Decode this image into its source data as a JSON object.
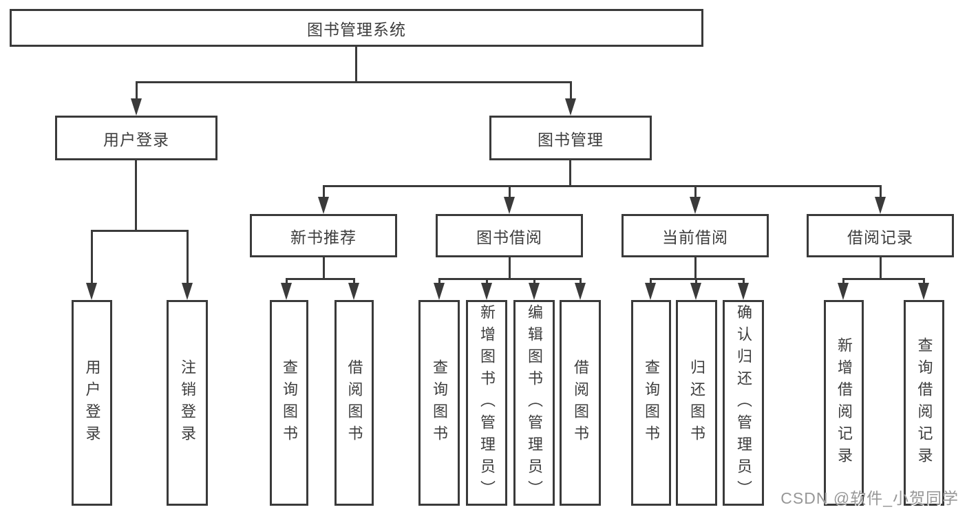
{
  "tree": {
    "root": {
      "label": "图书管理系统"
    },
    "branches": [
      {
        "label": "用户登录",
        "children": [
          "用户登录",
          "注销登录"
        ]
      },
      {
        "label": "图书管理",
        "groups": [
          {
            "label": "新书推荐",
            "children": [
              "查询图书",
              "借阅图书"
            ]
          },
          {
            "label": "图书借阅",
            "children": [
              "查询图书",
              "新增图书（管理员）",
              "编辑图书（管理员）",
              "借阅图书"
            ]
          },
          {
            "label": "当前借阅",
            "children": [
              "查询图书",
              "归还图书",
              "确认归还（管理员）"
            ]
          },
          {
            "label": "借阅记录",
            "children": [
              "新增借阅记录",
              "查询借阅记录"
            ]
          }
        ]
      }
    ]
  },
  "watermark": "CSDN @软件_小贺同学",
  "colors": {
    "line": "#3a3a3a",
    "text": "#3d3d3d",
    "watermark": "#979797",
    "background": "#ffffff"
  }
}
